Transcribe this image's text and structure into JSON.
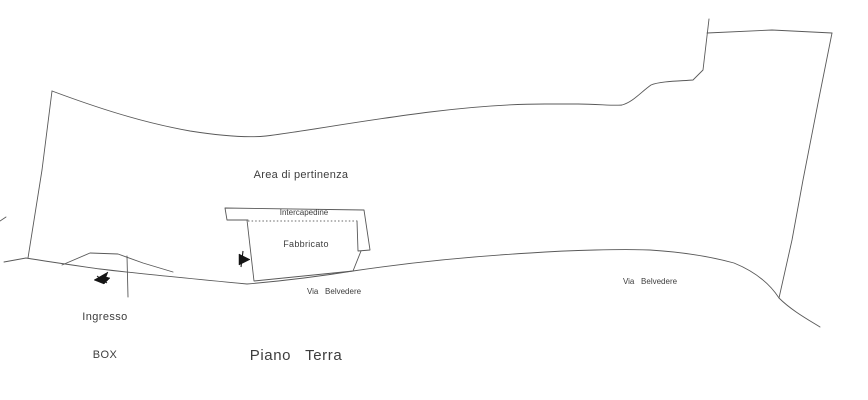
{
  "plan": {
    "title": "Piano   Terra",
    "labels": {
      "area_di_pertinenza": "Area di pertinenza",
      "intercapedine": "Intercapedine",
      "fabbricato": "Fabbricato",
      "via_belvedere_left": "Via   Belvedere",
      "via_belvedere_right": "Via   Belvedere",
      "ingresso_box_line1": "Ingresso",
      "ingresso_box_line2": "BOX"
    },
    "colors": {
      "boundary_line": "#595959",
      "dotted_line": "#9a9a9a",
      "text": "#3d3d3d",
      "marker": "#151515",
      "background": "#ffffff"
    },
    "icons": {
      "building_marker": "camera-viewpoint-icon",
      "box_marker": "camera-viewpoint-icon"
    }
  }
}
